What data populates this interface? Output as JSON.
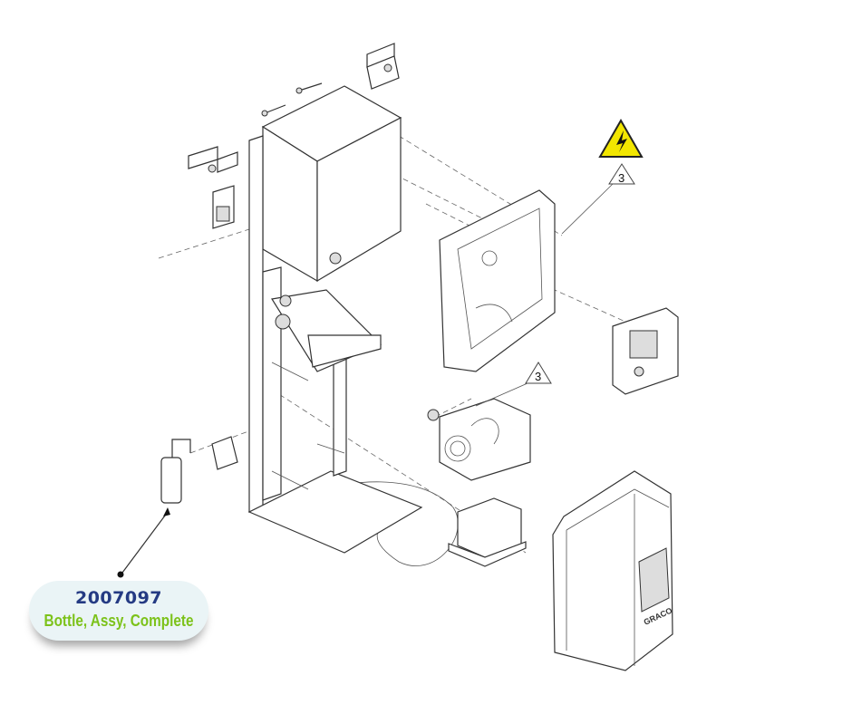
{
  "callout": {
    "part_number": "2007097",
    "description": "Bottle, Assy, Complete"
  },
  "reference_marks": [
    {
      "label": "3"
    },
    {
      "label": "3"
    }
  ],
  "cover_logo": "GRACO",
  "colors": {
    "callout_bg": "#eaf4f6",
    "part_number": "#243a83",
    "description": "#7cc21a",
    "warning_yellow": "#f2e600"
  }
}
